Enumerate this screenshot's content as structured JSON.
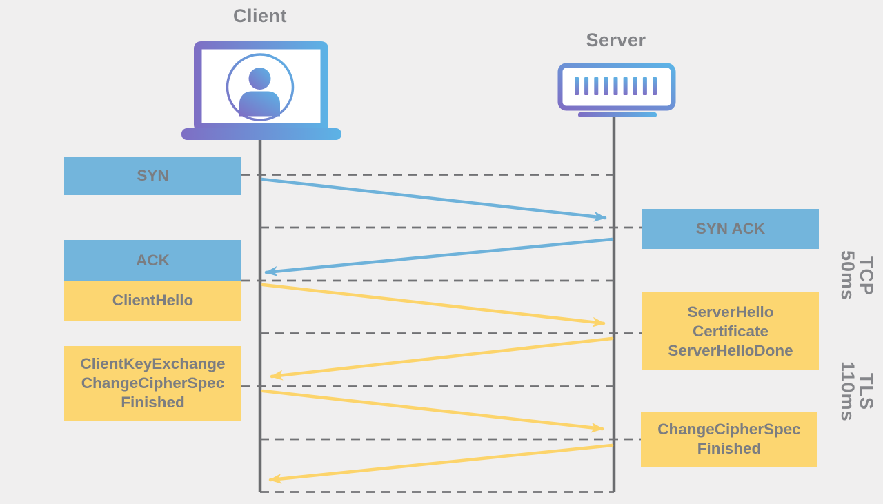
{
  "diagram": {
    "background_color": "#f0efef",
    "actors": {
      "client": {
        "label": "Client",
        "icon": "laptop-user-icon"
      },
      "server": {
        "label": "Server",
        "icon": "server-rack-icon"
      }
    },
    "colors": {
      "tcp_blue_box": "#73b5dc",
      "tls_yellow_box": "#fcd671",
      "blue_arrow": "#6eb2da",
      "yellow_arrow": "#fcd46b",
      "text_gray": "#7b7d81",
      "line_gray": "#6b6c6f",
      "icon_gradient_purple": "#7e6ec4",
      "icon_gradient_blue": "#5cb3e6"
    },
    "messages": {
      "syn": {
        "label": "SYN"
      },
      "syn_ack": {
        "label": "SYN ACK"
      },
      "ack": {
        "label": "ACK"
      },
      "client_hello": {
        "label": "ClientHello"
      },
      "client_key_exchange": {
        "line1": "ClientKeyExchange",
        "line2": "ChangeCipherSpec",
        "line3": "Finished"
      },
      "server_hello": {
        "line1": "ServerHello",
        "line2": "Certificate",
        "line3": "ServerHelloDone"
      },
      "server_finished": {
        "line1": "ChangeCipherSpec",
        "line2": "Finished"
      }
    },
    "phases": {
      "tcp": {
        "protocol": "TCP",
        "duration": "50ms"
      },
      "tls": {
        "protocol": "TLS",
        "duration": "110ms"
      }
    }
  }
}
